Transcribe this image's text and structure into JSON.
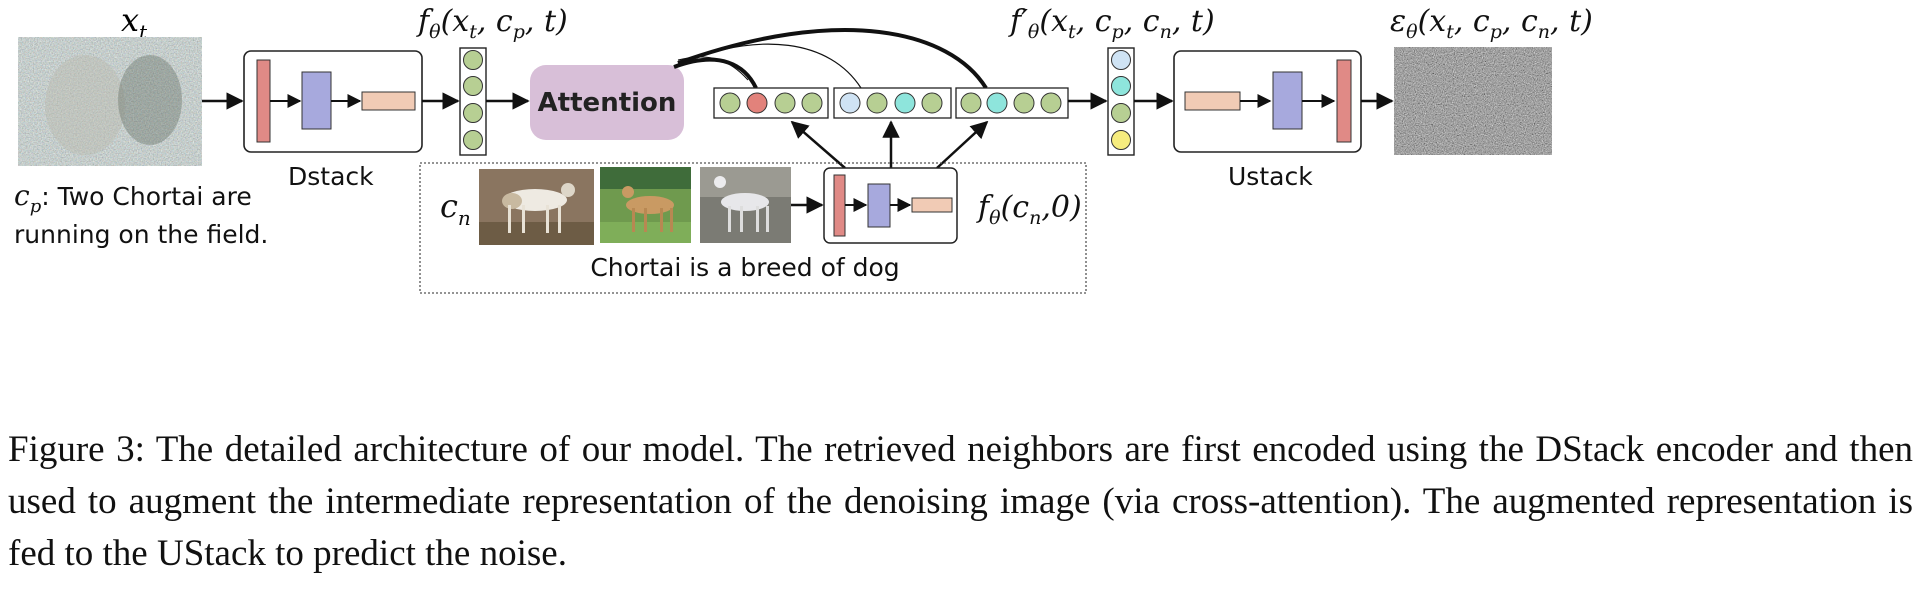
{
  "labels": {
    "xt": "x",
    "xt_sub": "t",
    "f_theta": "f",
    "f_theta_args": "(x",
    "f_theta_prime": "f′",
    "eps": "ε",
    "cp_prefix": "c",
    "cp_line1": ": Two Chortai are",
    "cp_line2": "running on the field.",
    "cn": "c",
    "f_cn_args": "(c",
    "dstack": "Dstack",
    "ustack": "Ustack",
    "attention": "Attention",
    "neighbors_text": "Chortai is a breed of dog"
  },
  "formulas": {
    "f_top": "fθ(xt, cp, t)",
    "f_prime": "f′θ(xt, cp, cn, t)",
    "eps_full": "εθ(xt, cp, cn, t)",
    "f_cn": "fθ(cn,0)"
  },
  "caption": "Figure 3: The detailed architecture of our model. The retrieved neighbors are first encoded using the DStack encoder and then used to augment the intermediate representation of the denoising image (via cross-attention). The augmented representation is fed to the UStack to predict the noise.",
  "colors": {
    "red_bar": "#e08a86",
    "blue_block": "#a7a9dd",
    "tan_bar": "#f1cbb5",
    "green_node": "#b7cf93",
    "red_node": "#e2827b",
    "light_blue_node": "#cfe3f4",
    "cyan_node": "#8ee5dc",
    "yellow_node": "#f6ec7e",
    "attention_fill": "#d8bfd8"
  }
}
